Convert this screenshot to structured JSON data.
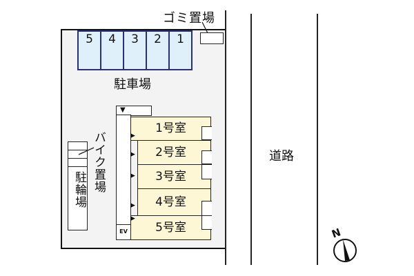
{
  "site_plan": {
    "parking": {
      "label": "駐車場",
      "spaces": [
        "5",
        "4",
        "3",
        "2",
        "1"
      ]
    },
    "garbage_area": {
      "label": "ゴミ置場"
    },
    "bike_area": {
      "label": "バイク置場",
      "bicycle_label": "駐輪場"
    },
    "building": {
      "rooms": [
        "1号室",
        "2号室",
        "3号室",
        "4号室",
        "5号室"
      ],
      "elevator_label": "EV",
      "stairs_marker": "▼",
      "entry_marker": "▶"
    },
    "road": {
      "label": "道路"
    },
    "compass": {
      "label": "N"
    }
  },
  "colors": {
    "parking_fill": "#dff0fb",
    "parking_border": "#2a2f7a",
    "room_fill": "#fdf7d6",
    "lot_fill": "#f3f3f4"
  }
}
